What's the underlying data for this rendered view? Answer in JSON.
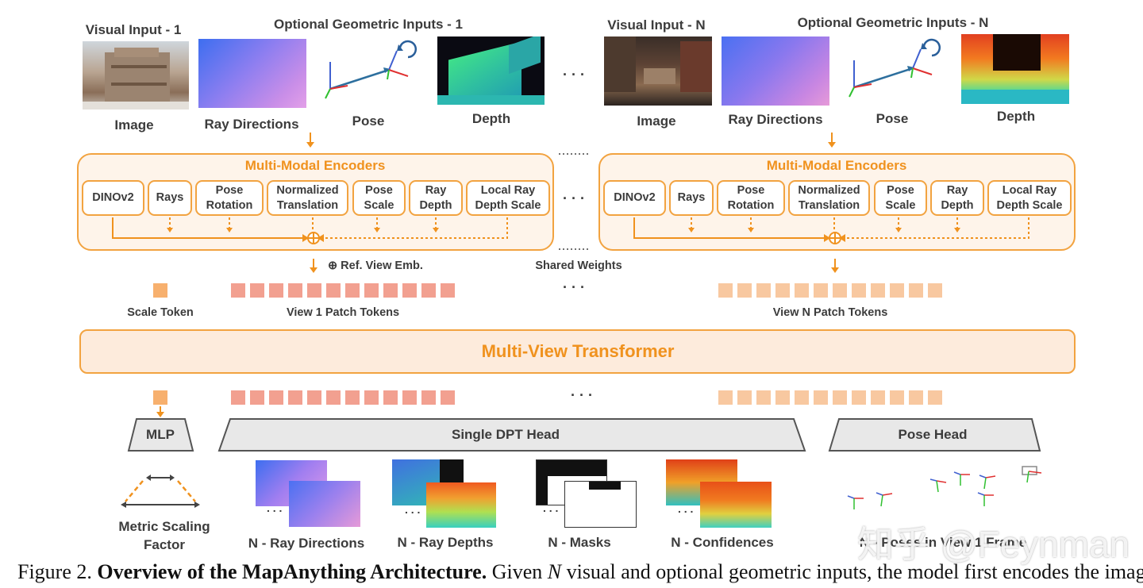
{
  "view1": {
    "visual_title": "Visual Input - 1",
    "geom_title": "Optional Geometric Inputs - 1",
    "labels": {
      "image": "Image",
      "ray": "Ray Directions",
      "pose": "Pose",
      "depth": "Depth"
    }
  },
  "viewN": {
    "visual_title": "Visual Input - N",
    "geom_title": "Optional Geometric Inputs - N",
    "labels": {
      "image": "Image",
      "ray": "Ray Directions",
      "pose": "Pose",
      "depth": "Depth"
    }
  },
  "encoders": {
    "title": "Multi-Modal Encoders",
    "boxes": [
      "DINOv2",
      "Rays",
      "Pose Rotation",
      "Normalized Translation",
      "Pose Scale",
      "Ray Depth",
      "Local Ray Depth Scale"
    ]
  },
  "ellipsis": "· · ·",
  "ref_view_emb": "⊕  Ref. View Emb.",
  "shared_weights": "Shared Weights",
  "scale_token": "Scale Token",
  "view1_tokens": "View 1 Patch Tokens",
  "viewN_tokens": "View N Patch Tokens",
  "transformer": "Multi-View Transformer",
  "heads": {
    "mlp": "MLP",
    "dpt": "Single DPT Head",
    "pose": "Pose Head"
  },
  "outputs": {
    "metric": "Metric Scaling Factor",
    "rays": "N - Ray Directions",
    "depths": "N - Ray Depths",
    "masks": "N - Masks",
    "conf": "N - Confidences",
    "poses": "N - Poses in View 1 Frame"
  },
  "caption": {
    "prefix": "Figure 2. ",
    "bold": "Overview of the MapAnything Architecture.",
    "text_a": " Given ",
    "n": "N",
    "text_b": " visual and optional geometric inputs, the model first encodes the images"
  },
  "watermark": "知乎 @Feynman",
  "colors": {
    "accent": "#f0921e",
    "border": "#f2a340",
    "token_red": "#f2a090",
    "token_peach": "#f8c8a0"
  }
}
